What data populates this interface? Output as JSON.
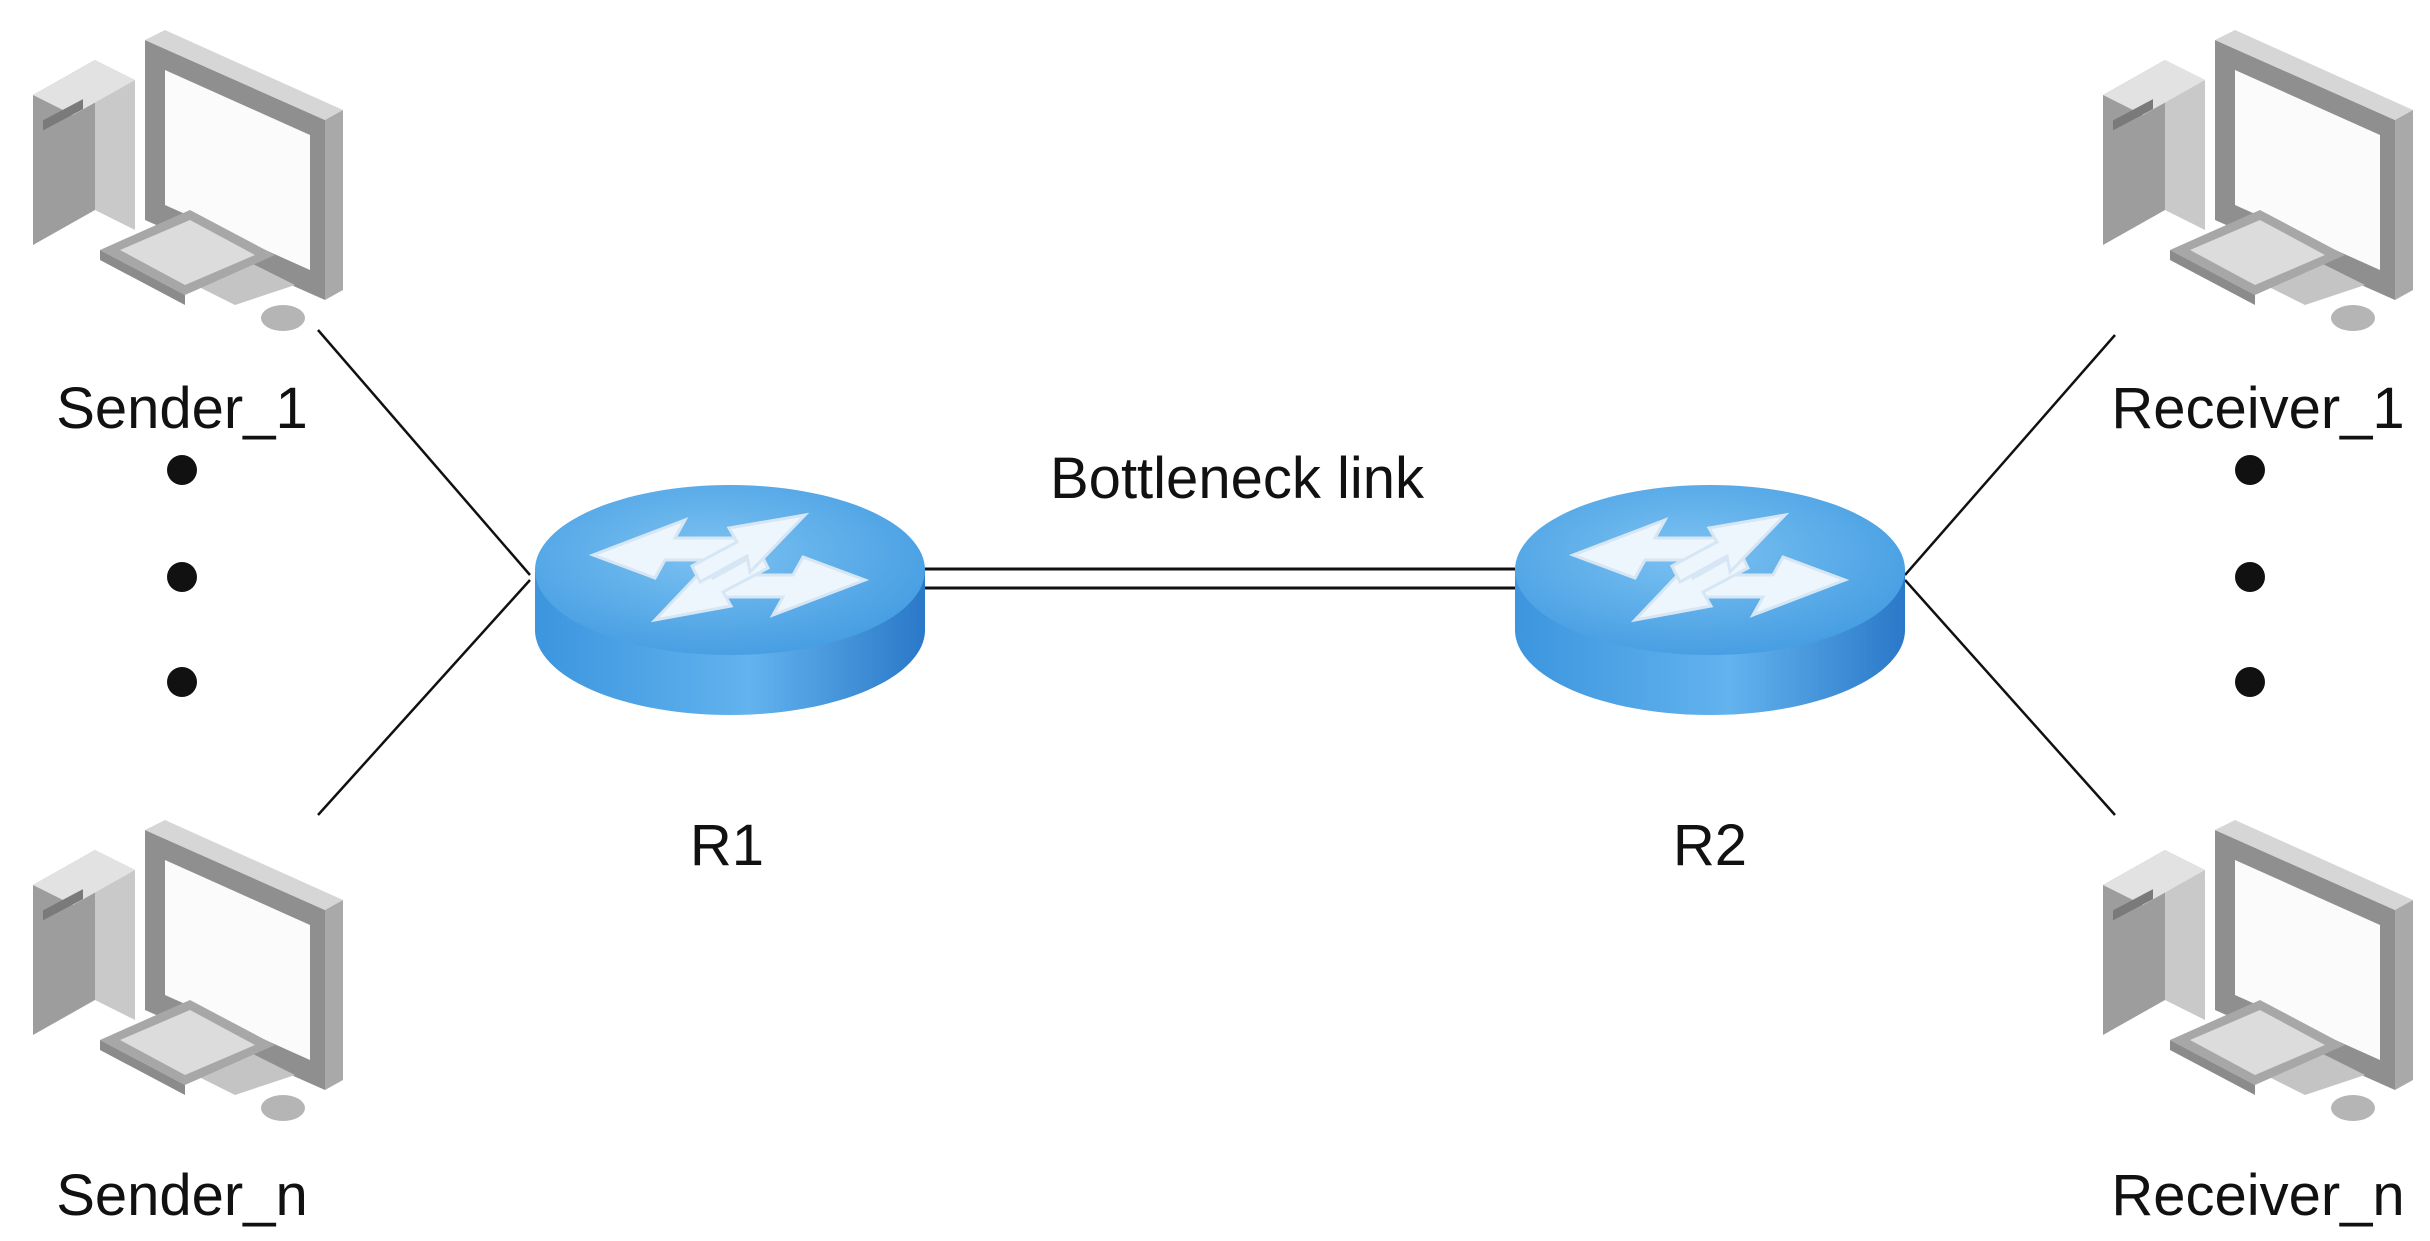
{
  "nodes": {
    "sender_first": {
      "label": "Sender_1",
      "icon": "desktop-computer-icon"
    },
    "sender_last": {
      "label": "Sender_n",
      "icon": "desktop-computer-icon"
    },
    "receiver_first": {
      "label": "Receiver_1",
      "icon": "desktop-computer-icon"
    },
    "receiver_last": {
      "label": "Receiver_n",
      "icon": "desktop-computer-icon"
    },
    "router_left": {
      "label": "R1",
      "icon": "router-icon"
    },
    "router_right": {
      "label": "R2",
      "icon": "router-icon"
    }
  },
  "links": {
    "bottleneck": {
      "label": "Bottleneck link",
      "style": "double-line"
    }
  },
  "colors": {
    "router_top": "#5aaee8",
    "router_side": "#2a7fd0",
    "computer_body": "#b7b7b7",
    "line": "#111111"
  }
}
